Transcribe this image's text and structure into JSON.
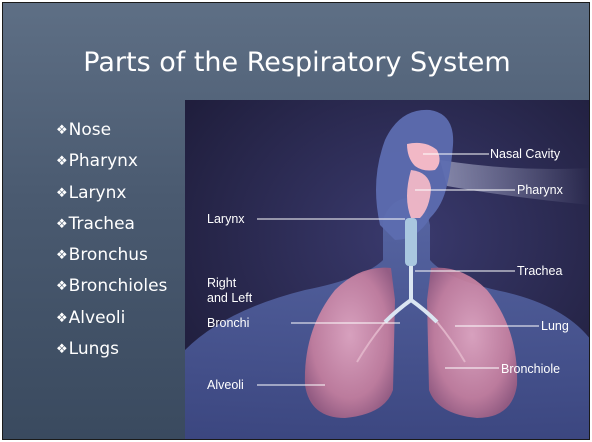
{
  "slide": {
    "title": "Parts of the Respiratory System",
    "bullet_symbol": "❖",
    "bullets": [
      "Nose",
      "Pharynx",
      "Larynx",
      "Trachea",
      "Bronchus",
      "Bronchioles",
      "Alveoli",
      "Lungs"
    ]
  },
  "diagram": {
    "labels": {
      "nasal_cavity": "Nasal Cavity",
      "pharynx": "Pharynx",
      "larynx": "Larynx",
      "trachea": "Trachea",
      "bronchi_line1": "Right",
      "bronchi_line2": "and Left",
      "bronchi_line3": "Bronchi",
      "lung": "Lung",
      "bronchiole": "Bronchiole",
      "alveoli": "Alveoli"
    }
  },
  "colors": {
    "background": "#4f6077",
    "diagram_background": "#2b2950",
    "text": "#ffffff",
    "lung": "#d98fae"
  }
}
